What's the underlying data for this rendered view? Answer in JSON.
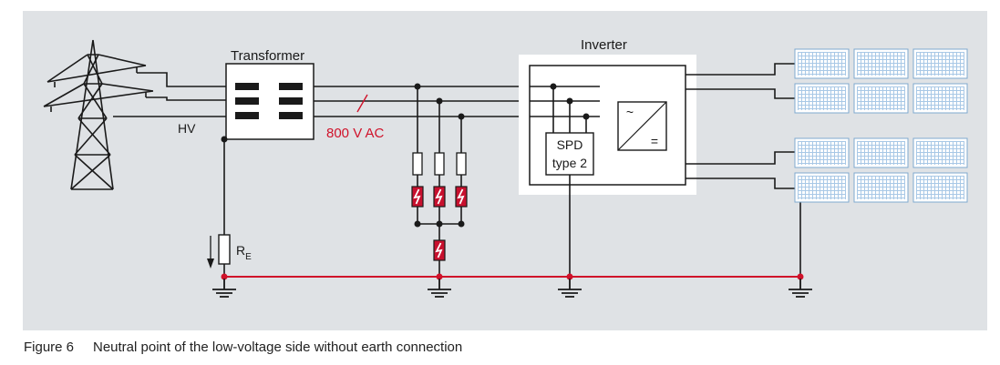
{
  "diagram": {
    "labels": {
      "transformer": "Transformer",
      "inverter": "Inverter",
      "hv": "HV",
      "voltage": "800 V AC",
      "spd_line1": "SPD",
      "spd_line2": "type 2",
      "resistor_main": "R",
      "resistor_sub": "E",
      "ac_symbol": "~",
      "dc_symbol": "="
    },
    "colors": {
      "background": "#dfe2e5",
      "line": "#1a1a1a",
      "earth_line": "#d0122a",
      "arrester": "#c8102e",
      "panel": "#a8c8e6"
    },
    "icons": [
      "pylon-icon",
      "transformer-icon",
      "fuse-icon",
      "surge-arrester-icon",
      "inverter-icon",
      "solar-panel-icon",
      "ground-icon",
      "resistor-icon"
    ]
  },
  "caption": {
    "number": "Figure 6",
    "text": "Neutral point of the low-voltage side without earth connection"
  }
}
